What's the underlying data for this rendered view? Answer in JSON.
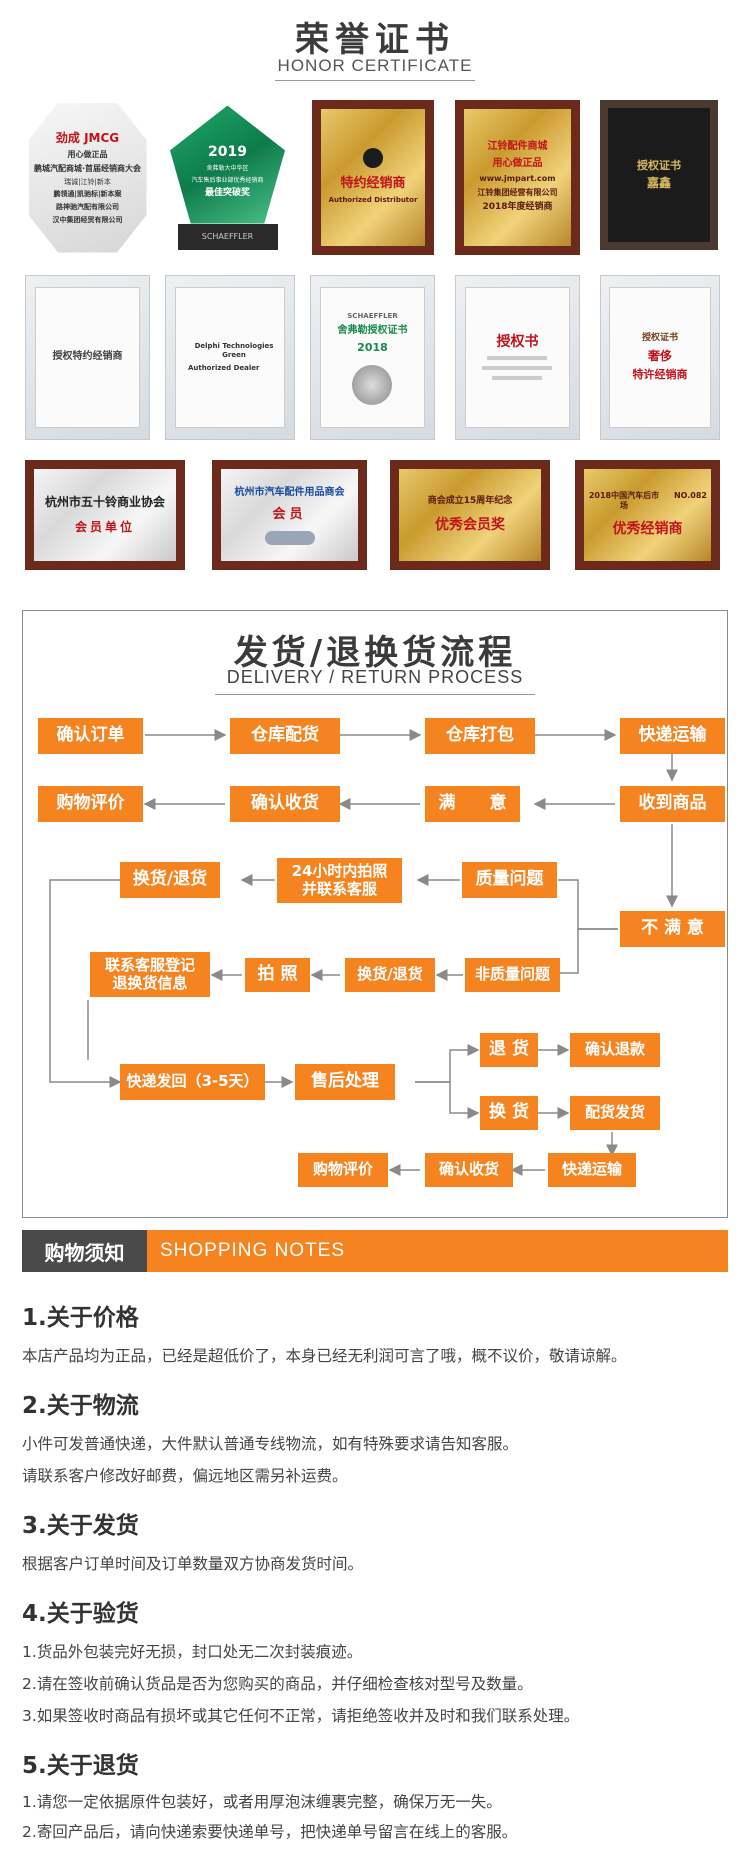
{
  "honor": {
    "title": "荣誉证书",
    "subtitle": "HONOR CERTIFICATE",
    "certificates": [
      {
        "lines": [
          "劲成",
          "JMCG",
          "用心做正品",
          "鹏城汽配商城·首届经销商大会",
          "瑞诚|江铃|新本",
          "鹏领通|凯驰标|新本案",
          "路神驰汽配有限公司",
          "汉中集团经贸有限公司"
        ]
      },
      {
        "lines": [
          "2019",
          "舍弗勒大中华区",
          "汽车售后事业部优秀经销商",
          "最佳突破奖",
          "SCHAEFFLER"
        ]
      },
      {
        "lines": [
          "特约经销商",
          "Authorized Distributor"
        ]
      },
      {
        "lines": [
          "江铃配件商城",
          "用心做正品",
          "www.jmpart.com",
          "江铃集团经营有限公司",
          "2018年度经销商"
        ]
      },
      {
        "lines": [
          "授权证书",
          "嘉鑫"
        ]
      },
      {
        "lines": [
          "授权特约经销商"
        ]
      },
      {
        "lines": [
          "Delphi Technologies Green",
          "Authorized Dealer"
        ]
      },
      {
        "lines": [
          "SCHAEFFLER",
          "舍弗勒授权证书",
          "2018"
        ]
      },
      {
        "lines": [
          "授权书"
        ]
      },
      {
        "lines": [
          "授权证书",
          "奢侈",
          "特许经销商"
        ]
      },
      {
        "lines": [
          "杭州市五十铃商业协会",
          "会员单位"
        ]
      },
      {
        "lines": [
          "杭州市汽车配件用品商会",
          "会员"
        ]
      },
      {
        "lines": [
          "商会成立15周年纪念",
          "优秀会员奖"
        ]
      },
      {
        "lines": [
          "2018中国汽车后市场",
          "NO.082",
          "优秀经销商"
        ]
      }
    ]
  },
  "flow": {
    "title": "发货/退换货流程",
    "subtitle": "DELIVERY / RETURN PROCESS",
    "nodes": {
      "confirm_order": "确认订单",
      "warehouse_allocate": "仓库配货",
      "warehouse_pack": "仓库打包",
      "express_ship": "快递运输",
      "product_review": "购物评价",
      "confirm_receipt": "确认收货",
      "satisfied": "满　　意",
      "received_goods": "收到商品",
      "exchange_return": "换货/退货",
      "photo_24h": "24小时内拍照\n并联系客服",
      "quality_issue": "质量问题",
      "not_satisfied": "不 满 意",
      "contact_service": "联系客服登记\n退换货信息",
      "take_photo": "拍 照",
      "exchange_return_2": "换货/退货",
      "non_quality_issue": "非质量问题",
      "return_goods": "退 货",
      "confirm_refund": "确认退款",
      "express_return": "快递发回（3-5天）",
      "after_sales": "售后处理",
      "exchange_goods": "换 货",
      "reship": "配货发货",
      "product_review_2": "购物评价",
      "confirm_receipt_2": "确认收货",
      "express_ship_2": "快递运输"
    }
  },
  "notes": {
    "bar_cn": "购物须知",
    "bar_en": "SHOPPING NOTES",
    "sections": [
      {
        "heading": "1.关于价格",
        "lines": [
          "本店产品均为正品，已经是超低价了，本身已经无利润可言了哦，概不议价，敬请谅解。"
        ]
      },
      {
        "heading": "2.关于物流",
        "lines": [
          "小件可发普通快递，大件默认普通专线物流，如有特殊要求请告知客服。",
          "请联系客户修改好邮费，偏远地区需另补运费。"
        ]
      },
      {
        "heading": "3.关于发货",
        "lines": [
          "根据客户订单时间及订单数量双方协商发货时间。"
        ]
      },
      {
        "heading": "4.关于验货",
        "lines": [
          "1.货品外包装完好无损，封口处无二次封装痕迹。",
          "2.请在签收前确认货品是否为您购买的商品，并仔细检查核对型号及数量。",
          "3.如果签收时商品有损坏或其它任何不正常，请拒绝签收并及时和我们联系处理。"
        ]
      },
      {
        "heading": "5.关于退货",
        "lines": [
          "1.请您一定依据原件包装好，或者用厚泡沫缠裹完整，确保万无一失。",
          "2.寄回产品后，请向快递索要快递单号，把快递单号留言在线上的客服。"
        ]
      }
    ]
  }
}
